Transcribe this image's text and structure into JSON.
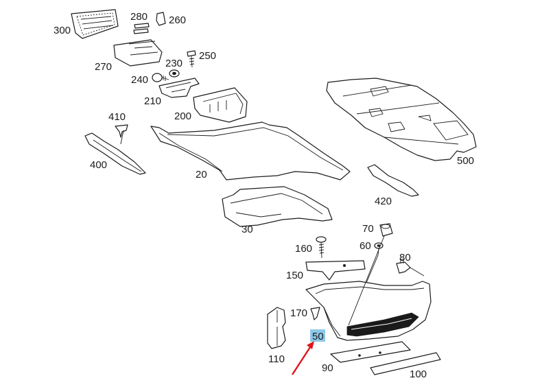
{
  "diagram": {
    "highlighted_part": "50",
    "highlight_color": "#8ec9e8",
    "arrow_color": "#e0141b",
    "part_labels": {
      "p300": "300",
      "p280": "280",
      "p260": "260",
      "p270": "270",
      "p250": "250",
      "p230": "230",
      "p240": "240",
      "p210": "210",
      "p200": "200",
      "p410": "410",
      "p400": "400",
      "p20": "20",
      "p500": "500",
      "p420": "420",
      "p30": "30",
      "p70": "70",
      "p160": "160",
      "p60": "60",
      "p80": "80",
      "p150": "150",
      "p170": "170",
      "p50": "50",
      "p110": "110",
      "p90": "90",
      "p100": "100"
    }
  }
}
